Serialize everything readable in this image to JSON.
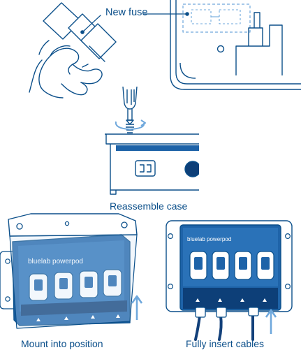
{
  "captions": {
    "new_fuse": "New fuse",
    "reassemble": "Reassemble case",
    "mount": "Mount into position",
    "cables": "Fully insert cables"
  },
  "brand": {
    "logo_text": "bluelab powerpod",
    "label_strip": "bluelab ● powerpod"
  },
  "colors": {
    "line": "#0b4f8a",
    "panel": "#1e63a8",
    "panel_dark": "#0d3f78",
    "accent": "#6fa8dc",
    "cable": "#12407a"
  },
  "icons": [
    "hand-icon",
    "fuse-icon",
    "screwdriver-icon",
    "rotation-arrow-icon",
    "up-arrow-icon",
    "warning-icon",
    "power-socket-icon"
  ]
}
